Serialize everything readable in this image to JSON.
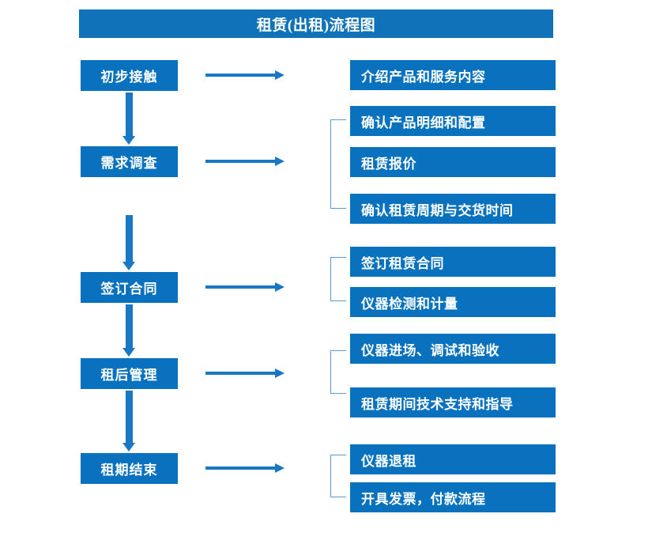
{
  "diagram": {
    "title": "租赁(出租)流程图",
    "colors": {
      "title_bar": "#1072b8",
      "node_fill": "#0872be",
      "node_text": "#ffffff",
      "arrow": "#1878c4",
      "bracket": "#5b9bd5",
      "background": "#ffffff"
    },
    "stages": [
      {
        "label": "初步接触"
      },
      {
        "label": "需求调查"
      },
      {
        "label": "签订合同"
      },
      {
        "label": "租后管理"
      },
      {
        "label": "租期结束"
      }
    ],
    "details": [
      {
        "label": "介绍产品和服务内容"
      },
      {
        "label": "确认产品明细和配置"
      },
      {
        "label": "租赁报价"
      },
      {
        "label": "确认租赁周期与交货时间"
      },
      {
        "label": "签订租赁合同"
      },
      {
        "label": "仪器检测和计量"
      },
      {
        "label": "仪器进场、调试和验收"
      },
      {
        "label": "租赁期间技术支持和指导"
      },
      {
        "label": "仪器退租"
      },
      {
        "label": "开具发票，付款流程"
      }
    ]
  }
}
